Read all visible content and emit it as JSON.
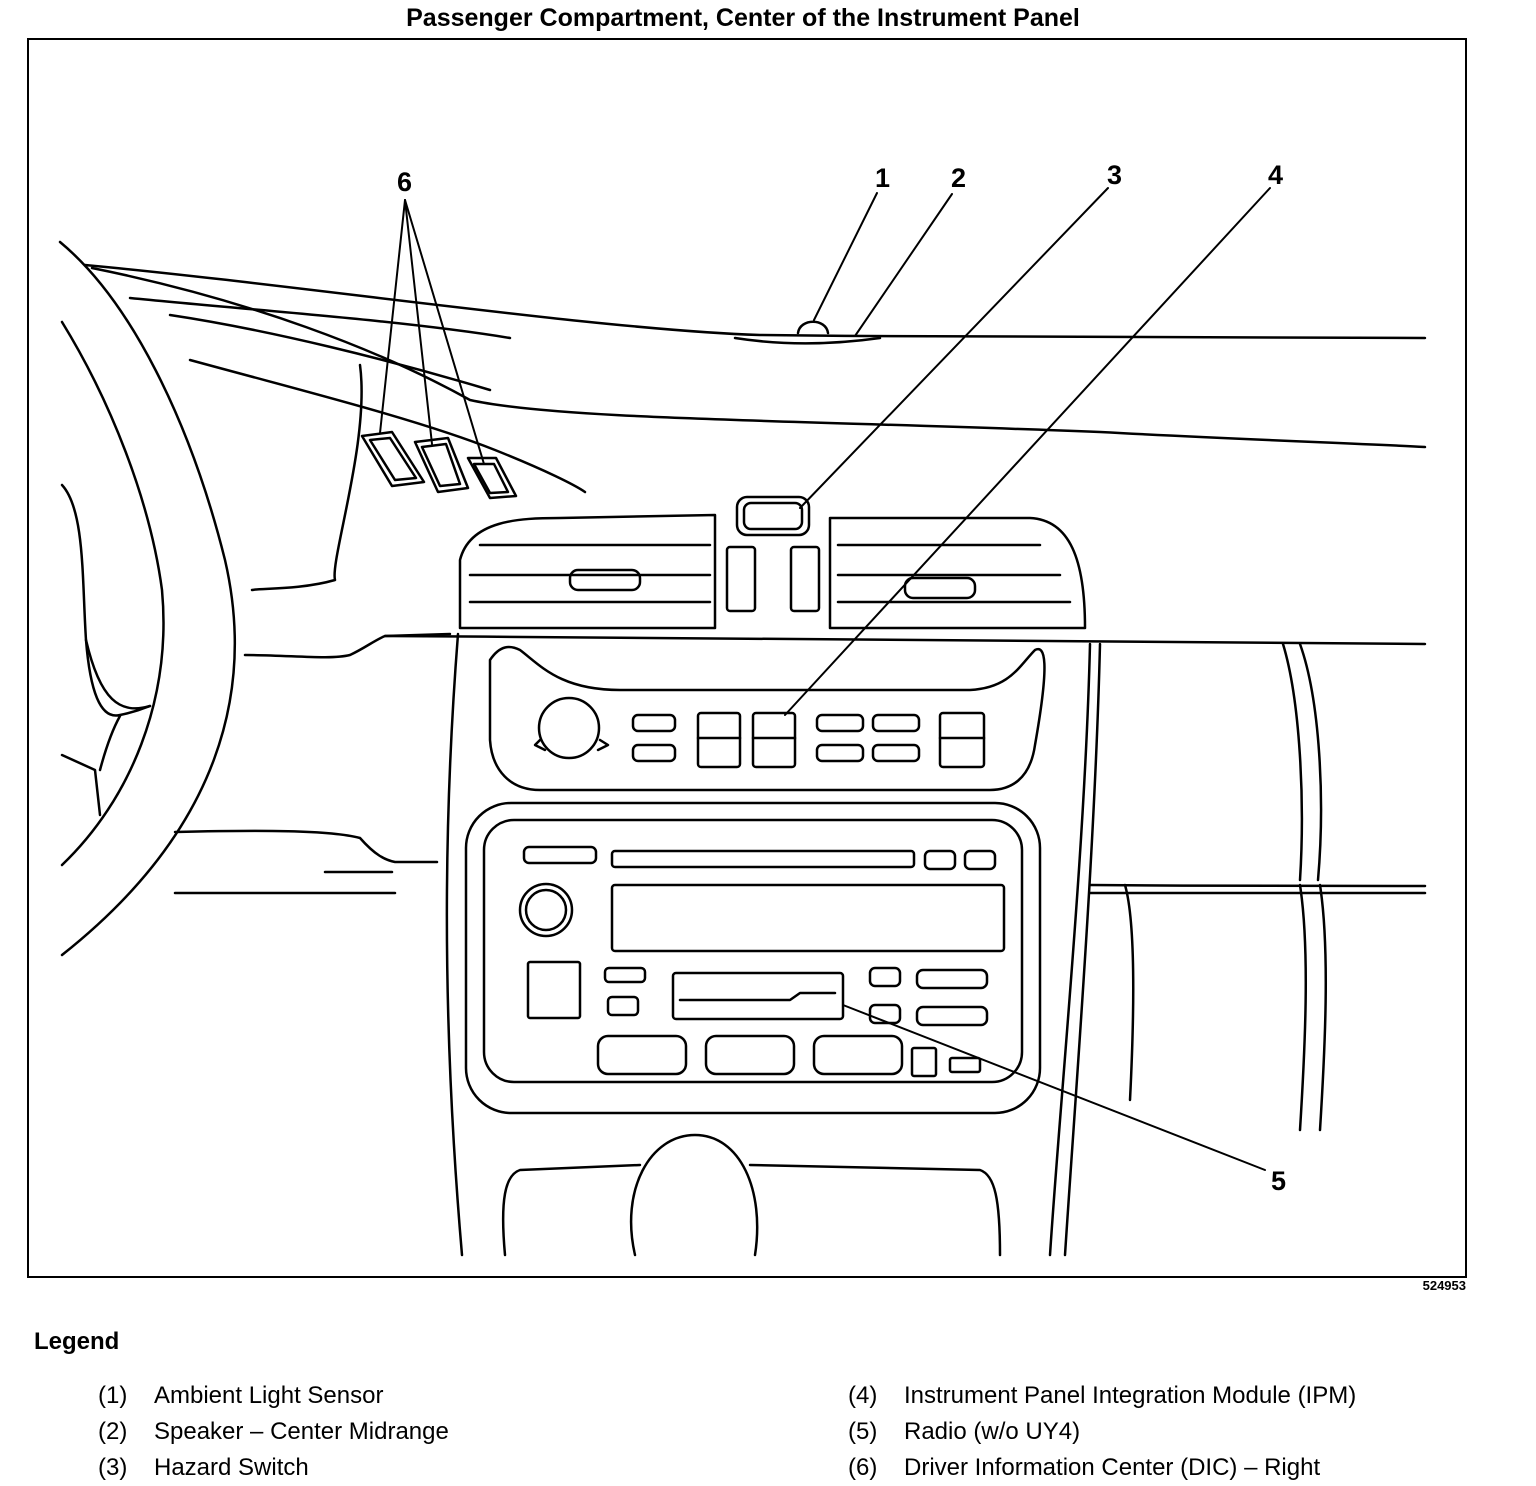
{
  "title": "Passenger Compartment, Center of the Instrument Panel",
  "figure_id": "524953",
  "callouts": [
    "1",
    "2",
    "3",
    "4",
    "5",
    "6"
  ],
  "legend": {
    "title": "Legend",
    "items": [
      {
        "num": "(1)",
        "label": "Ambient Light Sensor"
      },
      {
        "num": "(2)",
        "label": "Speaker – Center Midrange"
      },
      {
        "num": "(3)",
        "label": "Hazard Switch"
      },
      {
        "num": "(4)",
        "label": "Instrument Panel Integration Module (IPM)"
      },
      {
        "num": "(5)",
        "label": "Radio (w/o UY4)"
      },
      {
        "num": "(6)",
        "label": "Driver Information Center (DIC) – Right"
      }
    ]
  }
}
